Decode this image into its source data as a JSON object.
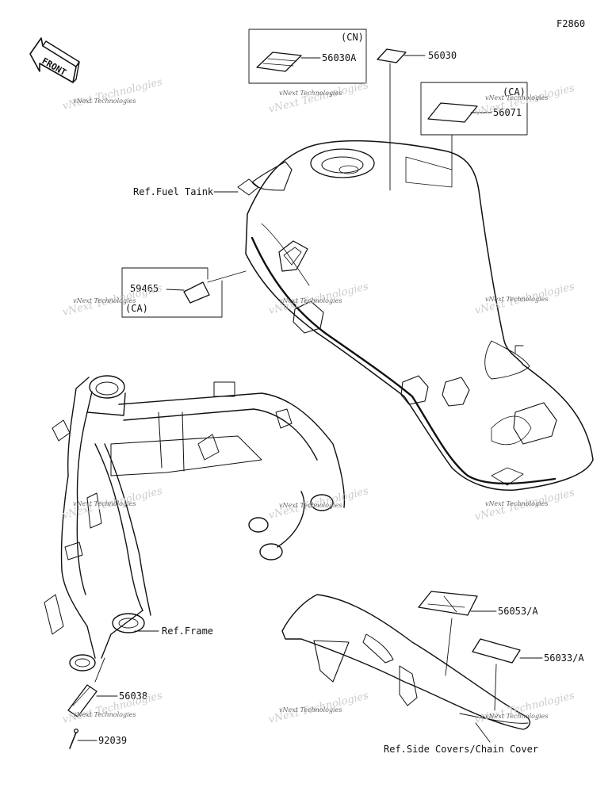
{
  "diagram_code": "F2860",
  "front_label": "FRONT",
  "parts": {
    "p56030A": "56030A",
    "p56030A_region": "(CN)",
    "p56030": "56030",
    "p56071": "56071",
    "p56071_region": "(CA)",
    "p59465": "59465",
    "p59465_region": "(CA)",
    "p56053A": "56053/A",
    "p56033A": "56033/A",
    "p56038": "56038",
    "p92039": "92039"
  },
  "refs": {
    "fuel_tank": "Ref.Fuel Taink",
    "frame": "Ref.Frame",
    "side_covers": "Ref.Side Covers/Chain Cover"
  },
  "watermark": "vNext Technologies"
}
